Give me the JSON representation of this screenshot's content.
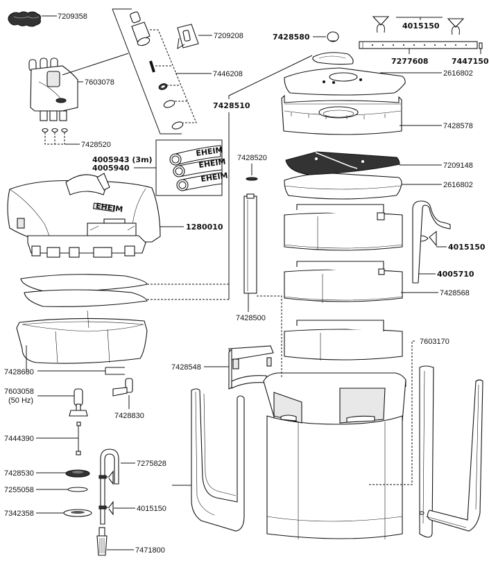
{
  "title": "Exploded parts diagram — canister filter",
  "labels": {
    "p7209358": "7209358",
    "p7209208": "7209208",
    "p7446208": "7446208",
    "p7603078": "7603078",
    "p7428510": "7428510",
    "p7428520a": "7428520",
    "p4005943": "4005943 (3m)",
    "p4005940": "4005940",
    "p1280010": "1280010",
    "p7428680": "7428680",
    "p7603058": "7603058",
    "p7603058_note": "(50 Hz)",
    "p7428830": "7428830",
    "p7444390": "7444390",
    "p7428530": "7428530",
    "p7255058": "7255058",
    "p7342358": "7342358",
    "p7275828": "7275828",
    "p4015150c": "4015150",
    "p7471800": "7471800",
    "p7428580": "7428580",
    "p4015150a": "4015150",
    "p7277608": "7277608",
    "p7447150": "7447150",
    "p2616802a": "2616802",
    "p7428578": "7428578",
    "p7428520b": "7428520",
    "p7209148": "7209148",
    "p2616802b": "2616802",
    "p4015150b": "4015150",
    "p4005710": "4005710",
    "p7428568": "7428568",
    "p7428500": "7428500",
    "p7603170": "7603170",
    "p7428548": "7428548"
  },
  "hose_brand": "EHEIM",
  "head_brand": "EHEIM"
}
